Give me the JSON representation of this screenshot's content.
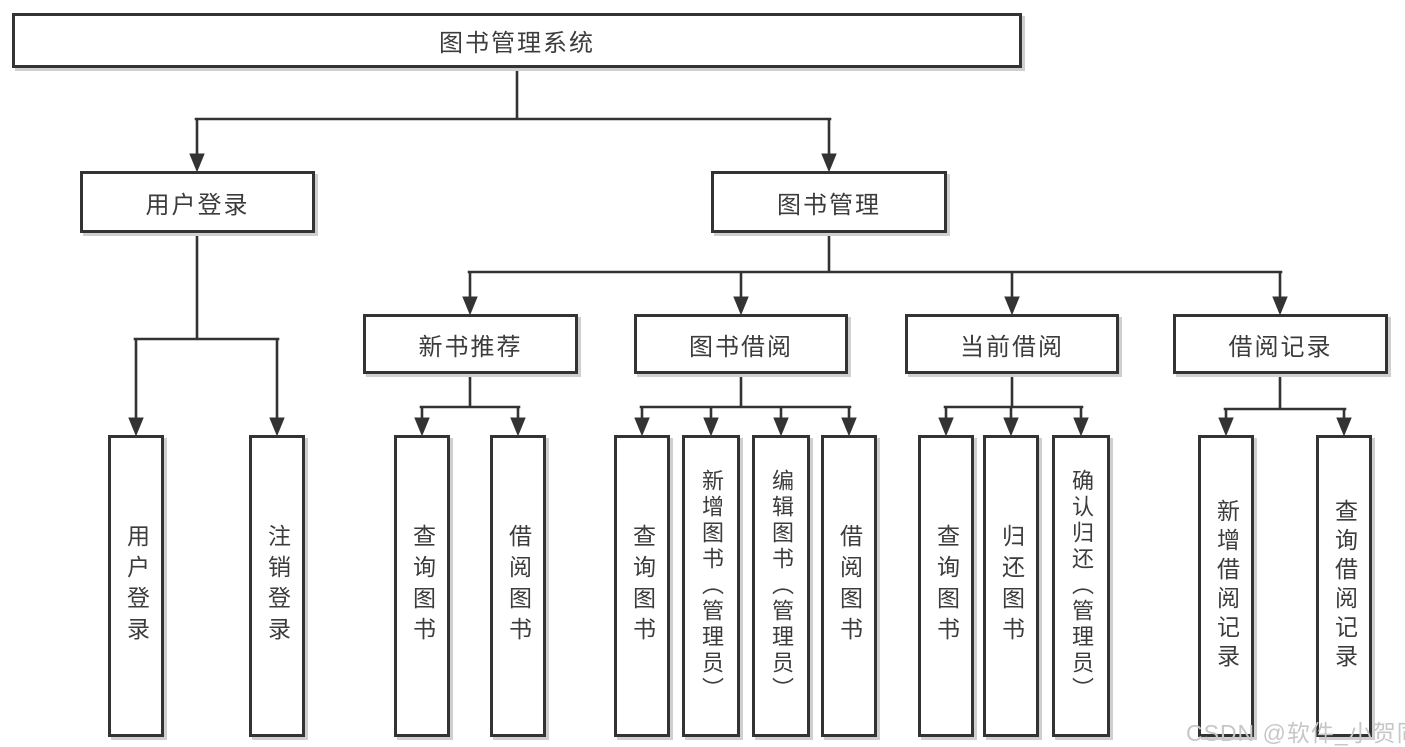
{
  "diagram": {
    "title": "图书管理系统",
    "root": "图书管理系统",
    "branches": [
      {
        "label": "用户登录",
        "children": [
          "用户登录",
          "注销登录"
        ]
      },
      {
        "label": "图书管理",
        "groups": [
          {
            "label": "新书推荐",
            "children": [
              "查询图书",
              "借阅图书"
            ]
          },
          {
            "label": "图书借阅",
            "children": [
              "查询图书",
              "新增图书（管理员）",
              "编辑图书（管理员）",
              "借阅图书"
            ]
          },
          {
            "label": "当前借阅",
            "children": [
              "查询图书",
              "归还图书",
              "确认归还（管理员）"
            ]
          },
          {
            "label": "借阅记录",
            "children": [
              "新增借阅记录",
              "查询借阅记录"
            ]
          }
        ]
      }
    ]
  },
  "watermark": "CSDN @软件_小贺同学",
  "colors": {
    "line": "#333333",
    "box_border": "#333333",
    "box_fill": "#ffffff",
    "text": "#3c3c3c",
    "shadow": "#cfcfcf",
    "watermark": "#c7c7c7",
    "background": "#ffffff"
  }
}
